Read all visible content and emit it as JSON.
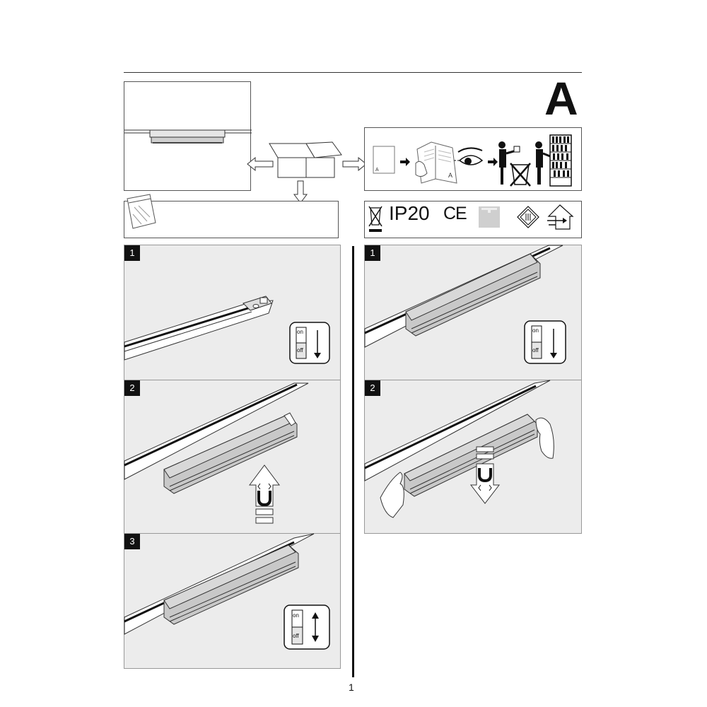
{
  "header": {
    "section_letter": "A"
  },
  "symbols": {
    "protection_rating": "IP20",
    "conformity_mark": "CE"
  },
  "leaflet": {
    "page_marker": "A",
    "leaflet_letter": "A"
  },
  "switch": {
    "on_label": "on",
    "off_label": "off"
  },
  "left_steps": [
    {
      "number": "1"
    },
    {
      "number": "2"
    },
    {
      "number": "3"
    }
  ],
  "right_steps": [
    {
      "number": "1"
    },
    {
      "number": "2"
    }
  ],
  "footer": {
    "page_number": "1"
  },
  "colors": {
    "panel_background": "#ececec",
    "line": "#111111",
    "step_badge": "#111111"
  }
}
